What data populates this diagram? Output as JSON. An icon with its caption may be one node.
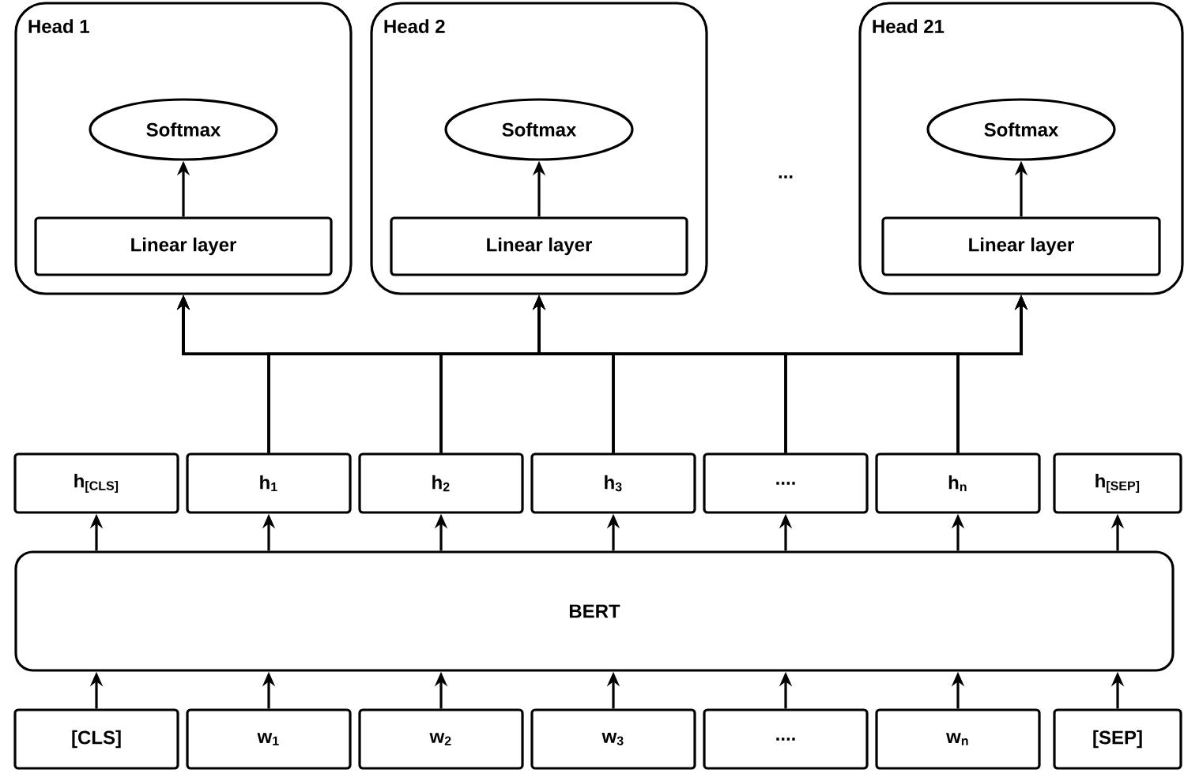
{
  "diagram": {
    "nodes": [
      {
        "text": [
          "Head 1"
        ]
      },
      {
        "text": [
          "Softmax"
        ],
        "in": 0
      },
      {
        "text": [
          "Linear layer"
        ],
        "in": 0
      },
      {
        "text": [
          "Head 2"
        ]
      },
      {
        "text": [
          "Softmax"
        ],
        "in": 3
      },
      {
        "text": [
          "Linear layer"
        ],
        "in": 3
      },
      {
        "text": [
          "Head 21"
        ]
      },
      {
        "text": [
          "Softmax"
        ],
        "in": 6
      },
      {
        "text": [
          "Linear layer"
        ],
        "in": 6
      },
      {
        "text": [
          "h$_{[CLS]}$"
        ]
      },
      {
        "text": [
          "h$_{1}$"
        ]
      },
      {
        "text": [
          "h$_{2}$"
        ]
      },
      {
        "text": [
          "h$_{3}$"
        ]
      },
      {
        "text": [
          "...."
        ]
      },
      {
        "text": [
          "h$_{n}$"
        ]
      },
      {
        "text": [
          "h$_{[SEP]}$"
        ]
      },
      {
        "text": [
          "BERT"
        ]
      },
      {
        "text": [
          "[CLS]"
        ]
      },
      {
        "text": [
          "w$_{1}$"
        ]
      },
      {
        "text": [
          "w$_{2}$"
        ]
      },
      {
        "text": [
          "w$_{3}$"
        ]
      },
      {
        "text": [
          "...."
        ]
      },
      {
        "text": [
          "w$_{n}$"
        ]
      },
      {
        "text": [
          "[SEP]"
        ]
      }
    ],
    "edges": [
      {
        "from": 2,
        "to": 1,
        "arrow": "to"
      },
      {
        "from": 5,
        "to": 4,
        "arrow": "to"
      },
      {
        "from": 8,
        "to": 7,
        "arrow": "to"
      },
      {
        "from": 10,
        "to": 0,
        "arrow": "to"
      },
      {
        "from": 10,
        "to": 3,
        "arrow": "to"
      },
      {
        "from": 10,
        "to": 6,
        "arrow": "to"
      },
      {
        "from": 11,
        "to": 0,
        "arrow": "to"
      },
      {
        "from": 11,
        "to": 3,
        "arrow": "to"
      },
      {
        "from": 11,
        "to": 6,
        "arrow": "to"
      },
      {
        "from": 12,
        "to": 0,
        "arrow": "to"
      },
      {
        "from": 12,
        "to": 3,
        "arrow": "to"
      },
      {
        "from": 12,
        "to": 6,
        "arrow": "to"
      },
      {
        "from": 13,
        "to": 0,
        "arrow": "to"
      },
      {
        "from": 13,
        "to": 3,
        "arrow": "to"
      },
      {
        "from": 13,
        "to": 6,
        "arrow": "to"
      },
      {
        "from": 14,
        "to": 0,
        "arrow": "to"
      },
      {
        "from": 14,
        "to": 3,
        "arrow": "to"
      },
      {
        "from": 14,
        "to": 6,
        "arrow": "to"
      },
      {
        "from": 16,
        "to": 9,
        "arrow": "to"
      },
      {
        "from": 16,
        "to": 10,
        "arrow": "to"
      },
      {
        "from": 16,
        "to": 11,
        "arrow": "to"
      },
      {
        "from": 16,
        "to": 12,
        "arrow": "to"
      },
      {
        "from": 16,
        "to": 13,
        "arrow": "to"
      },
      {
        "from": 16,
        "to": 14,
        "arrow": "to"
      },
      {
        "from": 16,
        "to": 15,
        "arrow": "to"
      },
      {
        "from": 17,
        "to": 16,
        "arrow": "to"
      },
      {
        "from": 18,
        "to": 16,
        "arrow": "to"
      },
      {
        "from": 19,
        "to": 16,
        "arrow": "to"
      },
      {
        "from": 20,
        "to": 16,
        "arrow": "to"
      },
      {
        "from": 21,
        "to": 16,
        "arrow": "to"
      },
      {
        "from": 22,
        "to": 16,
        "arrow": "to"
      },
      {
        "from": 23,
        "to": 16,
        "arrow": "to"
      }
    ],
    "labels": [
      "..."
    ]
  }
}
